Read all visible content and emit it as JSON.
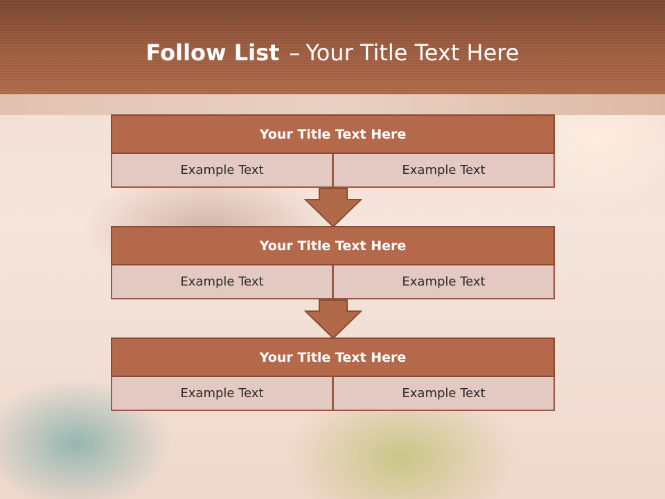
{
  "slide": {
    "title_bold": "Follow List",
    "title_separator": "–",
    "title_rest": "Your Title Text Here"
  },
  "blocks": [
    {
      "title": "Your Title Text Here",
      "cells": [
        "Example Text",
        "Example Text"
      ]
    },
    {
      "title": "Your Title Text Here",
      "cells": [
        "Example Text",
        "Example Text"
      ]
    },
    {
      "title": "Your Title Text Here",
      "cells": [
        "Example Text",
        "Example Text"
      ]
    }
  ],
  "colors": {
    "header_band": "#9a5a3e",
    "block_header": "#b4694a",
    "block_border": "#8b4b32",
    "cell_fill": "#e3c9c2",
    "arrow_fill": "#b06a4a"
  },
  "icons": {
    "connector": "down-arrow-icon"
  }
}
